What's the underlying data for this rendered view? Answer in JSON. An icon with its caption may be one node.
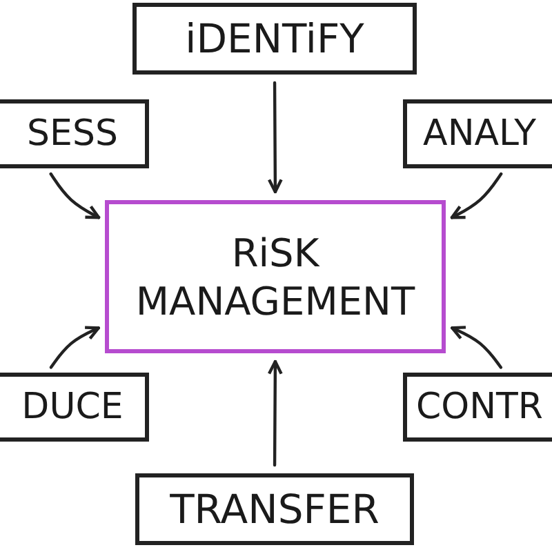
{
  "diagram": {
    "nodes": [
      {
        "text": [
          "iDENTiFY"
        ]
      },
      {
        "text": [
          "SESS"
        ]
      },
      {
        "text": [
          "ANALY"
        ]
      },
      {
        "text": [
          "RiSK MANAGEMENT"
        ]
      },
      {
        "text": [
          "DUCE"
        ]
      },
      {
        "text": [
          "CONTR"
        ]
      },
      {
        "text": [
          "TRANSFER"
        ]
      }
    ],
    "edges": [
      {
        "from": 0,
        "to": 3,
        "arrow": "to"
      },
      {
        "from": 1,
        "to": 3,
        "arrow": "to"
      },
      {
        "from": 2,
        "to": 3,
        "arrow": "to"
      },
      {
        "from": 4,
        "to": 3,
        "arrow": "to"
      },
      {
        "from": 5,
        "to": 3,
        "arrow": "to"
      },
      {
        "from": 6,
        "to": 3,
        "arrow": "to"
      }
    ]
  }
}
